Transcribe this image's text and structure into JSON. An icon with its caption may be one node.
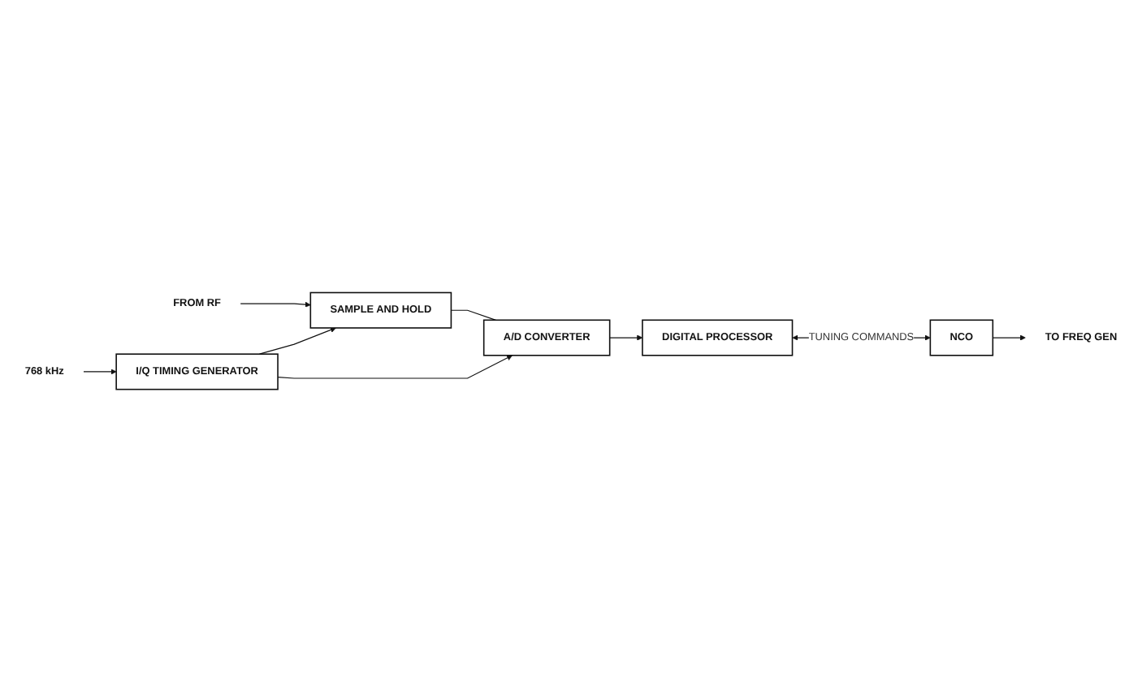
{
  "diagram": {
    "nodes": [
      {
        "text": [
          "FROM RF"
        ]
      },
      {
        "text": [
          "SAMPLE AND HOLD"
        ]
      },
      {
        "text": [
          "A/D CONVERTER"
        ]
      },
      {
        "text": [
          "DIGITAL PROCESSOR"
        ]
      },
      {
        "text": [
          "I/Q TIMING GENERATOR"
        ]
      },
      {
        "text": [
          "768 kHz"
        ]
      },
      {
        "text": [
          "TO FREQ GEN"
        ]
      },
      {
        "text": [
          "NCO"
        ]
      }
    ],
    "edges": [
      {
        "from": 0,
        "to": 1,
        "arrow": "to"
      },
      {
        "from": 1,
        "to": 2,
        "arrow": "none"
      },
      {
        "from": 2,
        "to": 3,
        "arrow": "to"
      },
      {
        "from": 4,
        "to": 1,
        "arrow": "to"
      },
      {
        "from": 4,
        "to": 2,
        "arrow": "to"
      },
      {
        "from": 5,
        "to": 4,
        "arrow": "to"
      },
      {
        "from": 3,
        "to": 7,
        "label": "TUNING COMMANDS",
        "arrow": "both"
      },
      {
        "from": 7,
        "to": 6,
        "arrow": "to"
      }
    ]
  }
}
